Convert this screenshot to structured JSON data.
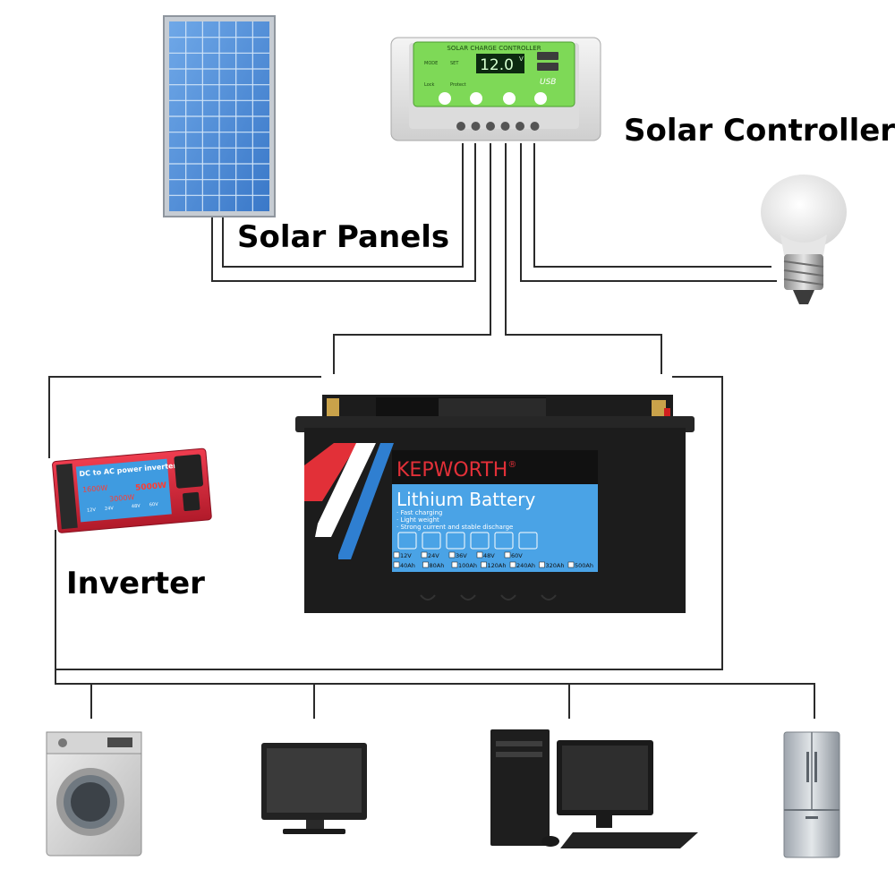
{
  "labels": {
    "solar_panels": "Solar Panels",
    "solar_controller": "Solar Controller",
    "inverter": "Inverter"
  },
  "controller": {
    "title": "SOLAR CHARGE CONTROLLER",
    "display_value": "12.0",
    "display_unit": "V",
    "usb_label": "USB",
    "icon_captions": [
      "MODE",
      "SET",
      "Lock",
      "Protect"
    ]
  },
  "inverter_device": {
    "title": "DC to AC power inverter",
    "ratings": [
      "1600W",
      "3000W",
      "5000W"
    ],
    "voltages": [
      "12V",
      "24V",
      "48V",
      "60V"
    ]
  },
  "battery": {
    "brand": "KEPWORTH",
    "brand_mark": "®",
    "product": "Lithium Battery",
    "features": [
      "· Fast charging",
      "· Light weight",
      "· Strong current and stable discharge"
    ],
    "voltages": [
      "12V",
      "24V",
      "36V",
      "48V",
      "60V"
    ],
    "capacities": [
      "40Ah",
      "80Ah",
      "100Ah",
      "120Ah",
      "240Ah",
      "320Ah",
      "500Ah"
    ]
  },
  "colors": {
    "wire": "#2b2b2b",
    "controller_screen": "#7ed957",
    "inverter_body": "#d8263a",
    "battery_body": "#1c1c1c",
    "battery_label_panel": "#4aa3e6"
  },
  "icons": [
    "solar-panel-icon",
    "charge-controller-icon",
    "light-bulb-icon",
    "power-inverter-icon",
    "lithium-battery-icon",
    "washing-machine-icon",
    "monitor-icon",
    "desktop-computer-icon",
    "refrigerator-icon"
  ]
}
